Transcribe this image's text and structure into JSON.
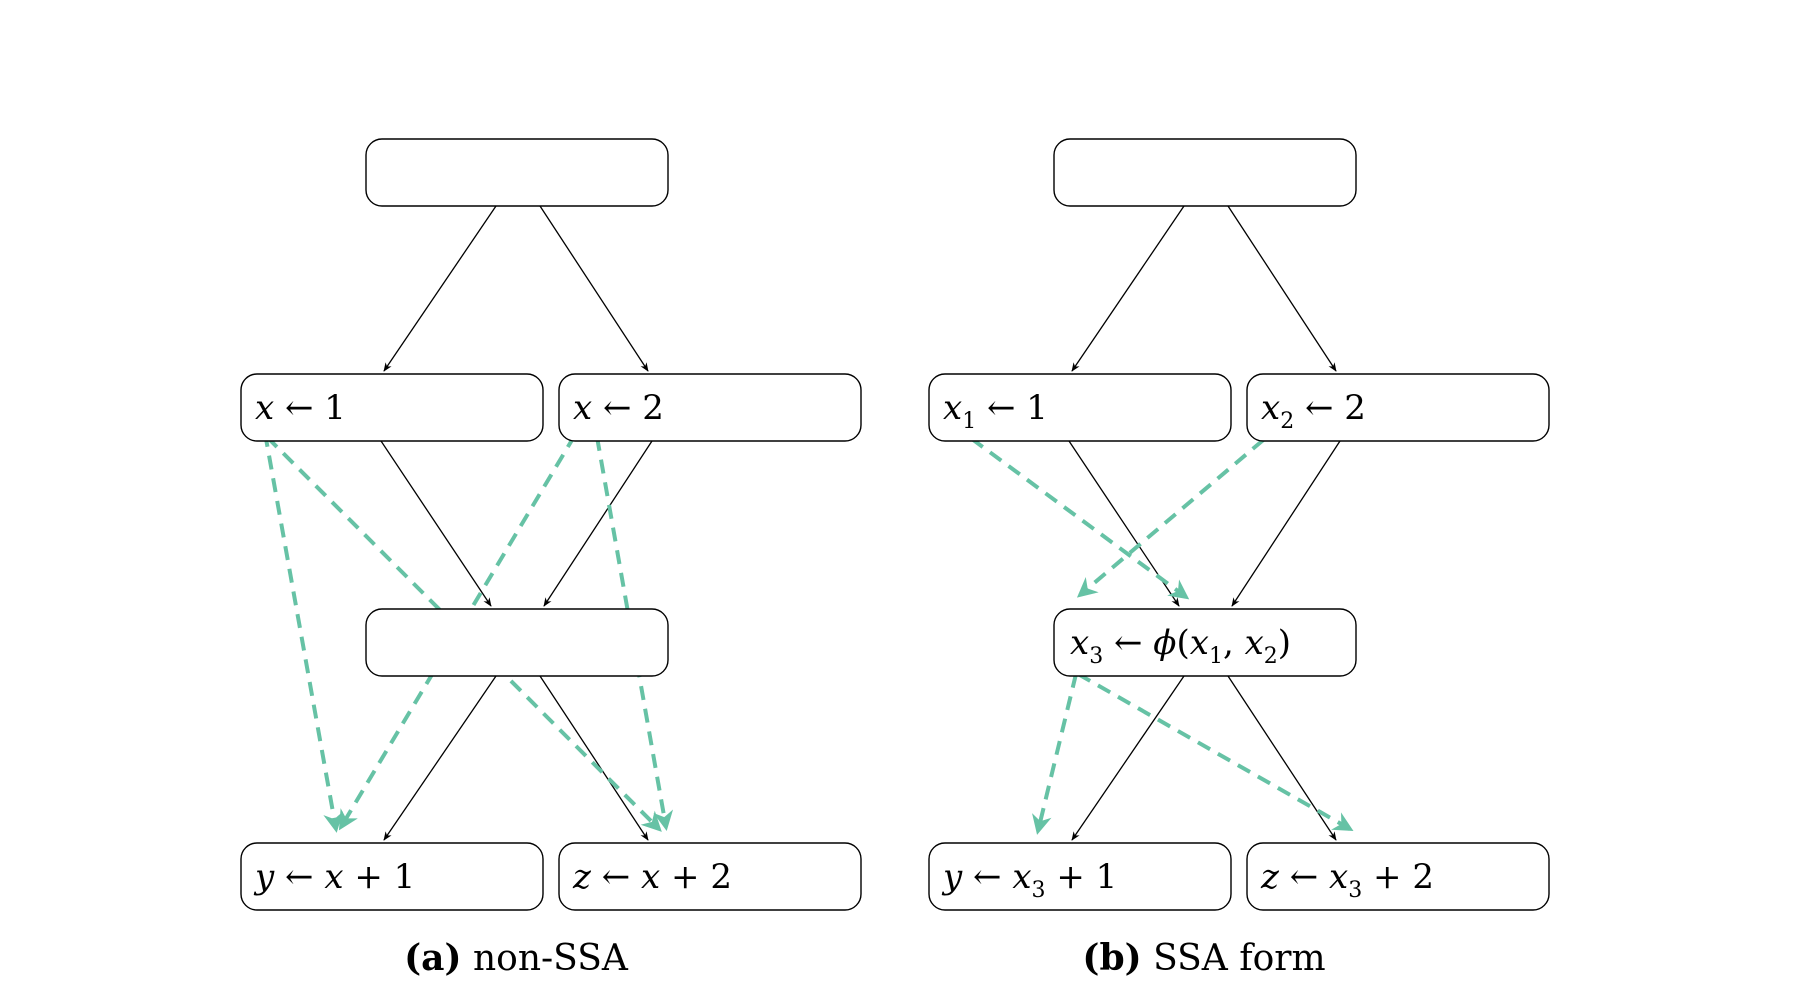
{
  "colors": {
    "control_flow_edge": "#000000",
    "data_flow_edge": "#66c2a5",
    "node_border": "#000000",
    "background": "#ffffff"
  },
  "panels": [
    {
      "id": "a",
      "caption_tag": "(a)",
      "caption_text": "non-SSA",
      "nodes": [
        {
          "id": "a-entry",
          "parts": []
        },
        {
          "id": "a-def1",
          "parts": [
            [
              "x",
              "var"
            ],
            [
              " ← 1",
              "txt"
            ]
          ]
        },
        {
          "id": "a-def2",
          "parts": [
            [
              "x",
              "var"
            ],
            [
              " ← 2",
              "txt"
            ]
          ]
        },
        {
          "id": "a-merge",
          "parts": []
        },
        {
          "id": "a-use1",
          "parts": [
            [
              "y",
              "var"
            ],
            [
              " ← ",
              "txt"
            ],
            [
              "x",
              "var"
            ],
            [
              " + 1",
              "txt"
            ]
          ]
        },
        {
          "id": "a-use2",
          "parts": [
            [
              "z",
              "var"
            ],
            [
              " ← ",
              "txt"
            ],
            [
              "x",
              "var"
            ],
            [
              " + 2",
              "txt"
            ]
          ]
        }
      ],
      "control_flow": [
        [
          "a-entry",
          "a-def1"
        ],
        [
          "a-entry",
          "a-def2"
        ],
        [
          "a-def1",
          "a-merge"
        ],
        [
          "a-def2",
          "a-merge"
        ],
        [
          "a-merge",
          "a-use1"
        ],
        [
          "a-merge",
          "a-use2"
        ]
      ],
      "data_flow": [
        [
          "a-def1",
          "a-use1"
        ],
        [
          "a-def1",
          "a-use2"
        ],
        [
          "a-def2",
          "a-use1"
        ],
        [
          "a-def2",
          "a-use2"
        ]
      ]
    },
    {
      "id": "b",
      "caption_tag": "(b)",
      "caption_text": "SSA form",
      "nodes": [
        {
          "id": "b-entry",
          "parts": []
        },
        {
          "id": "b-def1",
          "parts": [
            [
              "x",
              "var"
            ],
            [
              "1",
              "sub"
            ],
            [
              " ← 1",
              "txt"
            ]
          ]
        },
        {
          "id": "b-def2",
          "parts": [
            [
              "x",
              "var"
            ],
            [
              "2",
              "sub"
            ],
            [
              " ← 2",
              "txt"
            ]
          ]
        },
        {
          "id": "b-merge",
          "parts": [
            [
              "x",
              "var"
            ],
            [
              "3",
              "sub"
            ],
            [
              " ← ",
              "txt"
            ],
            [
              "ϕ",
              "var"
            ],
            [
              "(",
              "txt"
            ],
            [
              "x",
              "var"
            ],
            [
              "1",
              "sub"
            ],
            [
              ", ",
              "txt"
            ],
            [
              "x",
              "var"
            ],
            [
              "2",
              "sub"
            ],
            [
              ")",
              "txt"
            ]
          ]
        },
        {
          "id": "b-use1",
          "parts": [
            [
              "y",
              "var"
            ],
            [
              " ← ",
              "txt"
            ],
            [
              "x",
              "var"
            ],
            [
              "3",
              "sub"
            ],
            [
              " + 1",
              "txt"
            ]
          ]
        },
        {
          "id": "b-use2",
          "parts": [
            [
              "z",
              "var"
            ],
            [
              " ← ",
              "txt"
            ],
            [
              "x",
              "var"
            ],
            [
              "3",
              "sub"
            ],
            [
              " + 2",
              "txt"
            ]
          ]
        }
      ],
      "control_flow": [
        [
          "b-entry",
          "b-def1"
        ],
        [
          "b-entry",
          "b-def2"
        ],
        [
          "b-def1",
          "b-merge"
        ],
        [
          "b-def2",
          "b-merge"
        ],
        [
          "b-merge",
          "b-use1"
        ],
        [
          "b-merge",
          "b-use2"
        ]
      ],
      "data_flow": [
        [
          "b-def1",
          "b-merge"
        ],
        [
          "b-def2",
          "b-merge"
        ],
        [
          "b-merge",
          "b-use1"
        ],
        [
          "b-merge",
          "b-use2"
        ]
      ]
    }
  ]
}
